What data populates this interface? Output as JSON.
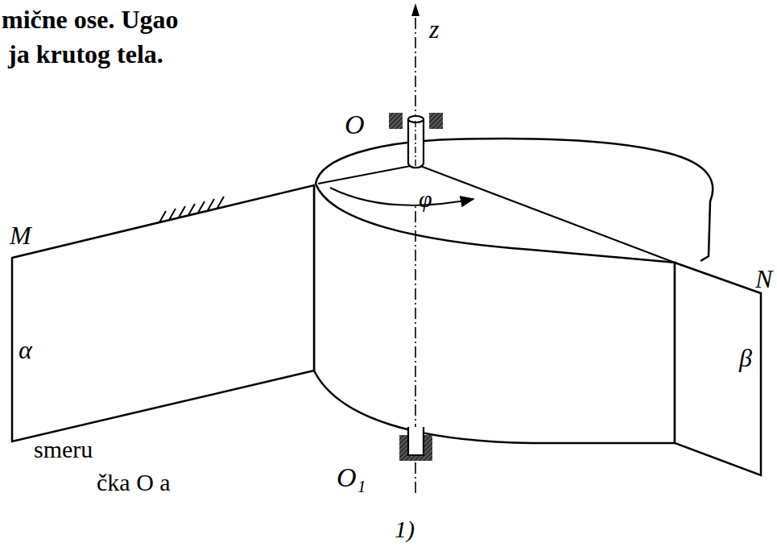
{
  "diagram": {
    "nodes": [
      {
        "text": [
          "α"
        ]
      },
      {
        "text": [
          "β"
        ]
      }
    ],
    "labels": [
      "mične ose. Ugao",
      "ja krutog tela.",
      "z",
      "O",
      "φ",
      "M",
      "N",
      "smeru",
      "čka O a",
      "O₁",
      "1)"
    ]
  }
}
